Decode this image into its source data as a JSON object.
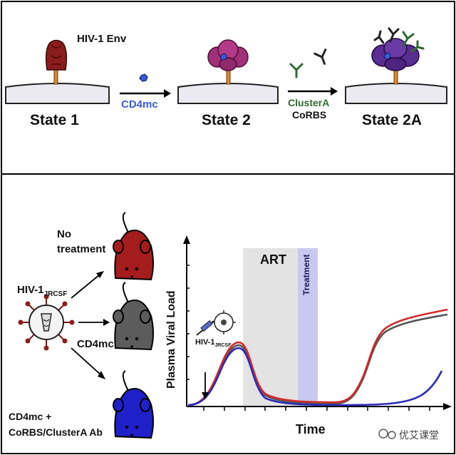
{
  "top": {
    "env_label": "HIV-1 Env",
    "state1": "State 1",
    "state2": "State 2",
    "state2a": "State 2A",
    "cd4mc": "CD4mc",
    "clustera": "ClusterA",
    "corbs": "CoRBS",
    "colors": {
      "env_red": "#8b1c1c",
      "env_magenta": "#a0307a",
      "env_purple": "#5a2d91",
      "cd4mc_blue": "#3a5bd9",
      "clustera_green": "#2f6b2f"
    }
  },
  "bottom": {
    "hiv_label": "HIV-1",
    "hiv_sub": "JRCSF",
    "groups": {
      "no_treatment_line1": "No",
      "no_treatment_line2": "treatment",
      "cd4mc": "CD4mc",
      "combo_line1": "CD4mc +",
      "combo_line2": "CoRBS/ClusterA Ab"
    },
    "plot": {
      "ylabel": "Plasma Viral Load",
      "xlabel": "Time",
      "art_label": "ART",
      "treatment_label": "Treatment",
      "inject_label": "HIV-1",
      "inject_sub": "JRCSF",
      "colors": {
        "no_treatment": "#d42a2a",
        "cd4mc": "#555555",
        "combo": "#2a2ab8",
        "art_band": "#e3e3e3",
        "treatment_band": "#c9c9f0"
      }
    },
    "mouse_colors": {
      "red": "#a51c1c",
      "gray": "#5c5c5c",
      "blue": "#2020c8"
    }
  },
  "watermark": "优艾课堂"
}
